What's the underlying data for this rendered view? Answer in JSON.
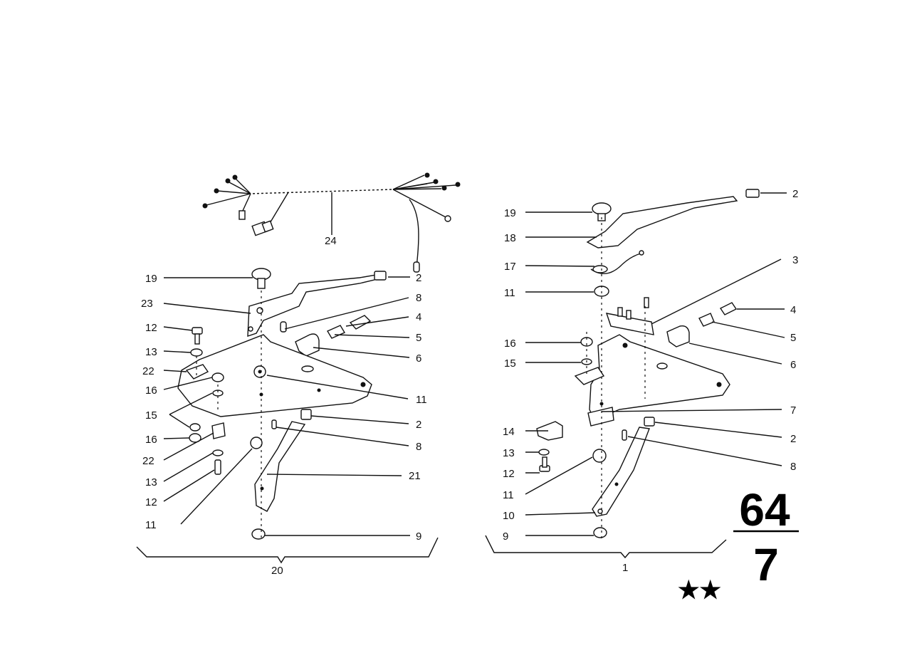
{
  "callouts": {
    "left": {
      "n24": "24",
      "n19": "19",
      "n2_top": "2",
      "n23": "23",
      "n8_top": "8",
      "n4": "4",
      "n12_top": "12",
      "n5": "5",
      "n13_top": "13",
      "n6": "6",
      "n22_top": "22",
      "n16_top": "16",
      "n11_top": "11",
      "n15": "15",
      "n2_mid": "2",
      "n16_bot": "16",
      "n8_mid": "8",
      "n22_bot": "22",
      "n21": "21",
      "n13_bot": "13",
      "n12_bot": "12",
      "n11_bot": "11",
      "n9": "9",
      "n20": "20"
    },
    "right": {
      "n2_top": "2",
      "n19": "19",
      "n18": "18",
      "n3": "3",
      "n17": "17",
      "n11_top": "11",
      "n4": "4",
      "n16": "16",
      "n5": "5",
      "n15": "15",
      "n6": "6",
      "n7": "7",
      "n14": "14",
      "n2_mid": "2",
      "n13": "13",
      "n8": "8",
      "n12": "12",
      "n11_bot": "11",
      "n10": "10",
      "n9": "9",
      "n1": "1"
    }
  },
  "group_number": {
    "top": "64",
    "bottom": "7"
  },
  "stars": "★★"
}
